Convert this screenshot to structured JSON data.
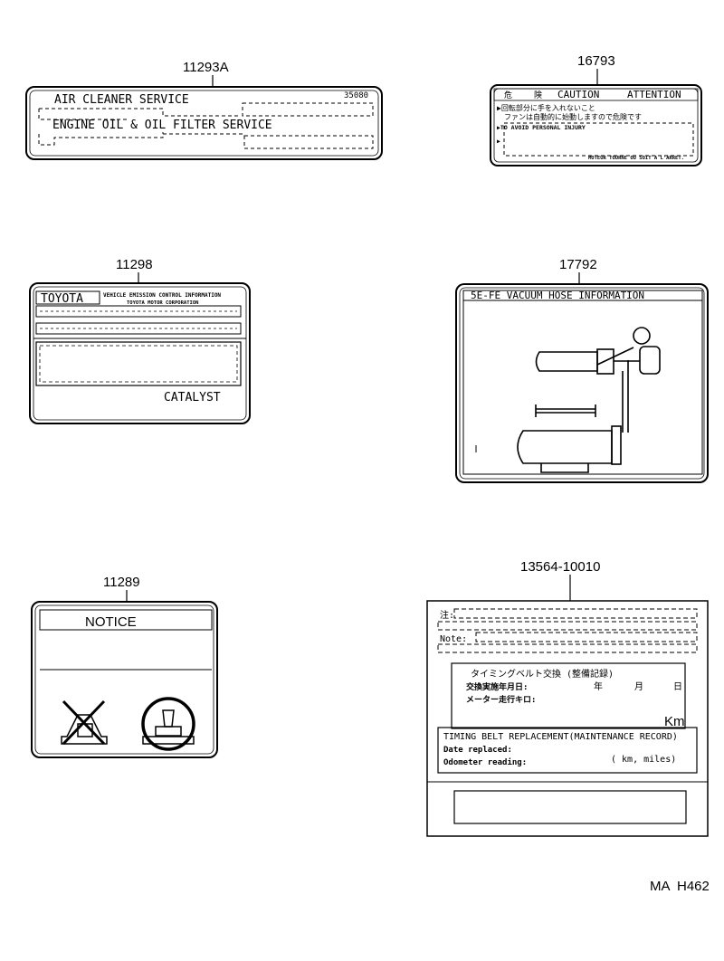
{
  "parts": {
    "p1": {
      "number": "11293A",
      "line1": "AIR CLEANER SERVICE",
      "code": "35080",
      "line2": "ENGINE OIL & OIL FILTER SERVICE"
    },
    "p2": {
      "number": "16793",
      "head_jp1": "危",
      "head_jp2": "険",
      "head_caution": "CAUTION",
      "head_attention": "ATTENTION",
      "jp_line1": "▶回転部分に手を入れないこと",
      "jp_line2": "ファンは自動的に始動しますので危険です",
      "en_line": "▶TO AVOID PERSONAL INJURY",
      "arrow": "▶",
      "fr_line": "MOTEUR TOURNE OU SOIT A L'ARRET."
    },
    "p3": {
      "number": "11298",
      "brand": "TOYOTA",
      "title1": "VEHICLE EMISSION CONTROL INFORMATION",
      "title2": "TOYOTA MOTOR CORPORATION",
      "catalyst": "CATALYST"
    },
    "p4": {
      "number": "17792",
      "title": "5E-FE VACUUM HOSE INFORMATION"
    },
    "p5": {
      "number": "11289",
      "notice": "NOTICE"
    },
    "p6": {
      "number": "13564-10010",
      "note_jp": "注:",
      "note_en": "Note:",
      "jp_title": "タイミングベルト交換 (整備記録)",
      "jp_date": "交換実施年月日:",
      "jp_year": "年",
      "jp_month": "月",
      "jp_day": "日",
      "jp_meter": "メーター走行キロ:",
      "jp_km": "Km",
      "en_title": "TIMING BELT REPLACEMENT(MAINTENANCE RECORD)",
      "en_date": "Date replaced:",
      "en_odo": "Odometer reading:",
      "en_unit": "( km, miles)"
    }
  },
  "footer": {
    "code": "MA  H462"
  }
}
